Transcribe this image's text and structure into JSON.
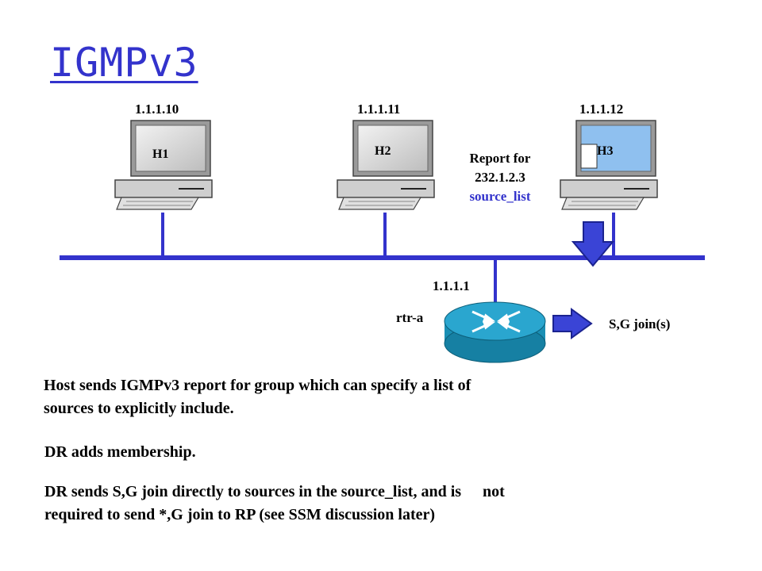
{
  "title": "IGMPv3",
  "hosts": [
    {
      "name": "H1",
      "ip": "1.1.1.10"
    },
    {
      "name": "H2",
      "ip": "1.1.1.11"
    },
    {
      "name": "H3",
      "ip": "1.1.1.12"
    }
  ],
  "report": {
    "line1": "Report for",
    "line2": "232.1.2.3",
    "line3": "source_list"
  },
  "router": {
    "name": "rtr-a",
    "ip": "1.1.1.1"
  },
  "join_label": "S,G join(s)",
  "paragraphs": {
    "p1_line1": "Host sends IGMPv3 report for group which can specify a list of",
    "p1_line2": "sources to explicitly include.",
    "p2": "DR adds membership.",
    "p3_line1a": "DR sends S,G join directly to sources in the source_list, and is",
    "p3_line1b": "not",
    "p3_line2": "required to send *,G join to RP (see SSM discussion later)"
  },
  "colors": {
    "accent": "#3333cc",
    "ethernet": "#3333cc",
    "router_fill": "#1f9fc4",
    "host_selected": "#8fc0ef",
    "arrow": "#3a44d6"
  }
}
